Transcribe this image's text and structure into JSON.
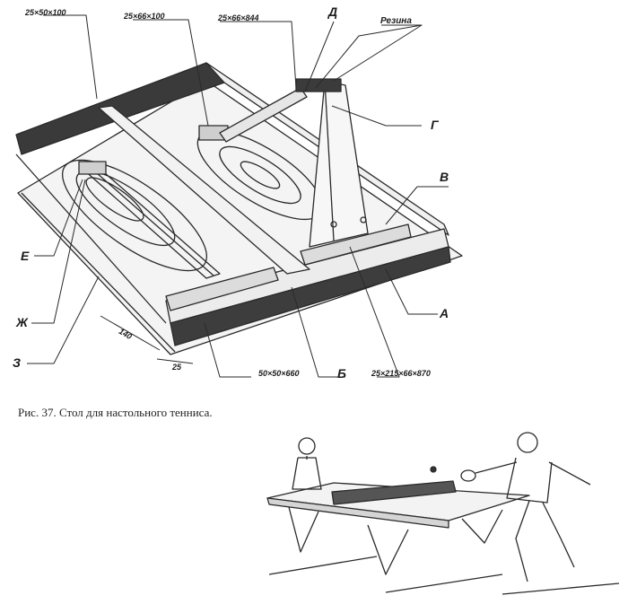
{
  "labels": {
    "dim_top_left": "25×50×100",
    "dim_top_mid": "25×66×100",
    "dim_top_right": "25×66×844",
    "letter_d": "Д",
    "rubber": "Резина",
    "letter_g": "Г",
    "letter_v": "В",
    "letter_e": "Е",
    "letter_zh": "Ж",
    "letter_z": "З",
    "letter_a": "А",
    "letter_b": "Б",
    "dim_140": "140",
    "dim_25": "25",
    "dim_bottom_mid": "50×50×660",
    "dim_bottom_right": "25×215×66×870"
  },
  "caption": "Рис. 37. Стол для настольного тенниса."
}
